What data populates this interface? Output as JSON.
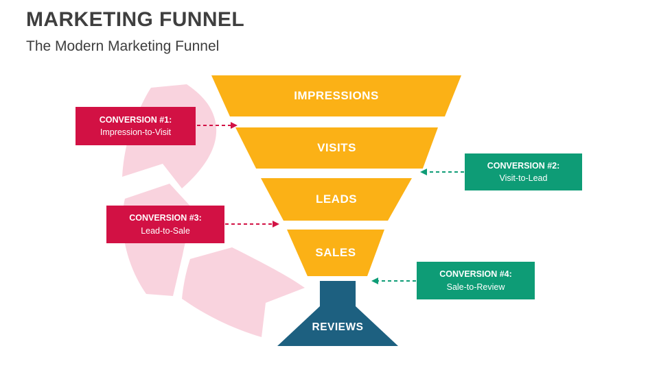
{
  "slide": {
    "title": "MARKETING FUNNEL",
    "subtitle": "The Modern Marketing Funnel"
  },
  "funnel": {
    "stages": [
      {
        "label": "IMPRESSIONS",
        "color": "#fbb116"
      },
      {
        "label": "VISITS",
        "color": "#fbb116"
      },
      {
        "label": "LEADS",
        "color": "#fbb116"
      },
      {
        "label": "SALES",
        "color": "#fbb116"
      },
      {
        "label": "REVIEWS",
        "color": "#1d6080"
      }
    ]
  },
  "callouts": [
    {
      "title": "CONVERSION #1:",
      "subtitle": "Impression-to-Visit",
      "color": "#d21144",
      "arrow_direction": "right"
    },
    {
      "title": "CONVERSION #2:",
      "subtitle": "Visit-to-Lead",
      "color": "#0e9c76",
      "arrow_direction": "left"
    },
    {
      "title": "CONVERSION #3:",
      "subtitle": "Lead-to-Sale",
      "color": "#d21144",
      "arrow_direction": "right"
    },
    {
      "title": "CONVERSION #4:",
      "subtitle": "Sale-to-Review",
      "color": "#0e9c76",
      "arrow_direction": "left"
    }
  ],
  "colors": {
    "stage_yellow": "#fbb116",
    "stage_teal": "#1d6080",
    "callout_red": "#d21144",
    "callout_green": "#0e9c76",
    "cycle_arrow_pink": "#f9d3de",
    "title_gray": "#3f3f3f",
    "background": "#ffffff"
  }
}
